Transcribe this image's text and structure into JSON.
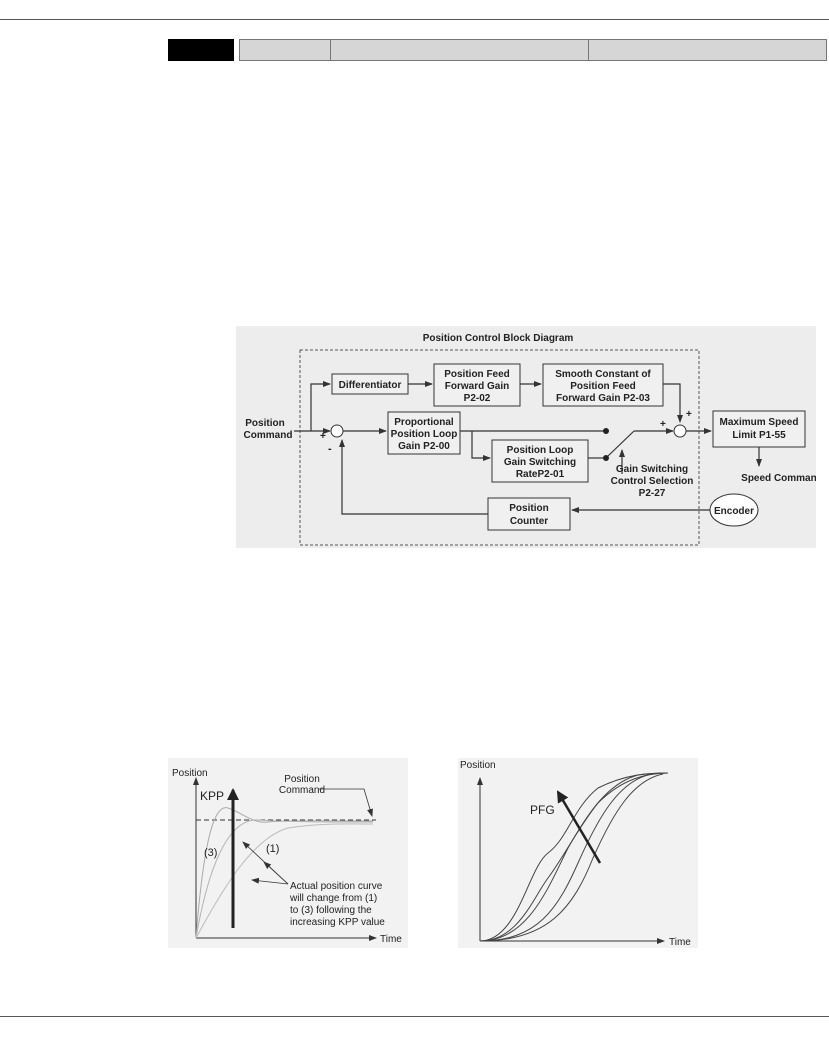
{
  "diagram": {
    "title": "Position Control Block Diagram",
    "position_command": [
      "Position",
      "Command"
    ],
    "plus1": "+",
    "minus": "-",
    "plus2": "+",
    "plus3": "+",
    "differentiator": "Differentiator",
    "ff_gain": [
      "Position Feed",
      "Forward Gain",
      "P2-02"
    ],
    "smooth": [
      "Smooth Constant of",
      "Position Feed",
      "Forward Gain P2-03"
    ],
    "kpp": [
      "Proportional",
      "Position Loop",
      "Gain P2-00"
    ],
    "switching_rate": [
      "Position Loop",
      "Gain Switching",
      "RateP2-01"
    ],
    "switch_sel": [
      "Gain Switching",
      "Control Selection",
      "P2-27"
    ],
    "max_speed": [
      "Maximum Speed",
      "Limit P1-55"
    ],
    "speed_command": "Speed Command",
    "encoder": "Encoder",
    "counter": [
      "Position",
      "Counter"
    ]
  },
  "kpp_chart": {
    "ylabel": "Position",
    "xlabel": "Time",
    "arrow_label": "KPP",
    "command_label": [
      "Position",
      "Command"
    ],
    "label_3": "(3)",
    "label_1": "(1)",
    "note": [
      "Actual position curve",
      "will change from (1)",
      "to (3) following the",
      "increasing KPP value"
    ]
  },
  "pfg_chart": {
    "ylabel": "Position",
    "xlabel": "Time",
    "arrow_label": "PFG"
  }
}
